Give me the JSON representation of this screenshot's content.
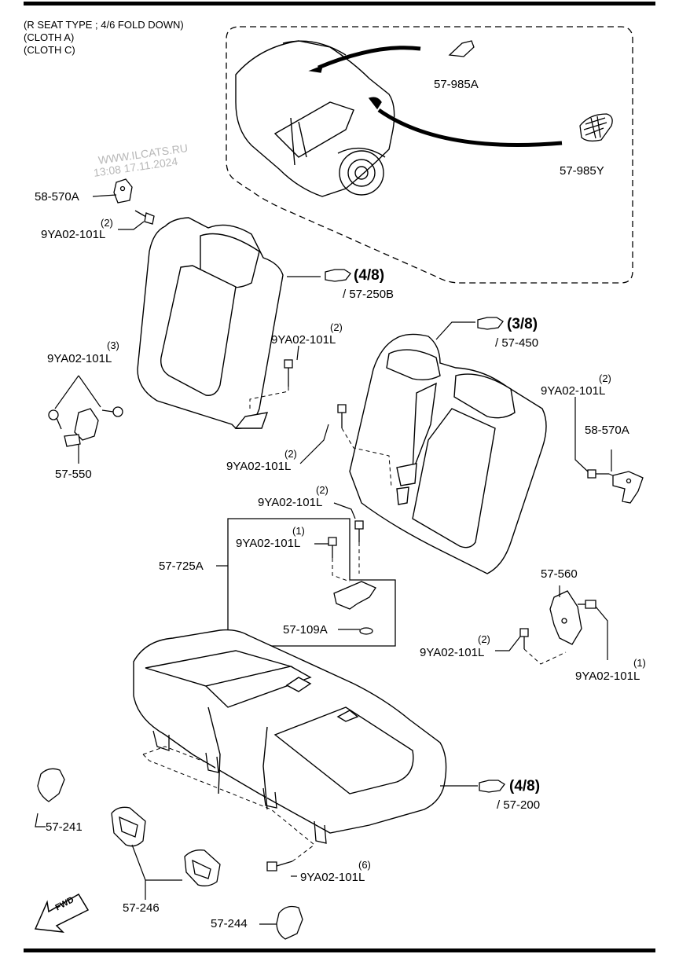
{
  "header": {
    "line1": "(R SEAT TYPE ; 4/6 FOLD DOWN)",
    "line2": "(CLOTH A)",
    "line3": "(CLOTH C)"
  },
  "watermark": {
    "line1": "WWW.ILCATS.RU",
    "line2": "13:08 17.11.2024"
  },
  "parts": {
    "p57_985A": "57-985A",
    "p57_985Y": "57-985Y",
    "p58_570A_top": "58-570A",
    "qty_top_bolt": "(2)",
    "bolt_top": "9YA02-101L",
    "ref_backrest_left_frac": "(4/8)",
    "ref_backrest_left_code": "/ 57-250B",
    "qty_mid_bolt": "(2)",
    "bolt_mid": "9YA02-101L",
    "ref_backrest_right_frac": "(3/8)",
    "ref_backrest_right_code": "/ 57-450",
    "qty_hinge_left_bolt": "(3)",
    "bolt_hinge_left": "9YA02-101L",
    "p57_550": "57-550",
    "qty_right_bolt": "(2)",
    "bolt_right": "9YA02-101L",
    "p58_570A_right": "58-570A",
    "qty_lower_left_bolt": "(2)",
    "bolt_lower_left": "9YA02-101L",
    "qty_box_bolt_a": "(2)",
    "bolt_box_a": "9YA02-101L",
    "qty_box_bolt_b": "(1)",
    "bolt_box_b": "9YA02-101L",
    "p57_725A": "57-725A",
    "p57_109A": "57-109A",
    "p57_560": "57-560",
    "qty_hinge_right_a": "(2)",
    "bolt_hinge_right_a": "9YA02-101L",
    "qty_hinge_right_b": "(1)",
    "bolt_hinge_right_b": "9YA02-101L",
    "ref_cushion_frac": "(4/8)",
    "ref_cushion_code": "/ 57-200",
    "p57_241": "57-241",
    "p57_246": "57-246",
    "qty_cushion_bolt": "(6)",
    "bolt_cushion": "9YA02-101L",
    "p57_244": "57-244",
    "fwd": "FWD"
  }
}
